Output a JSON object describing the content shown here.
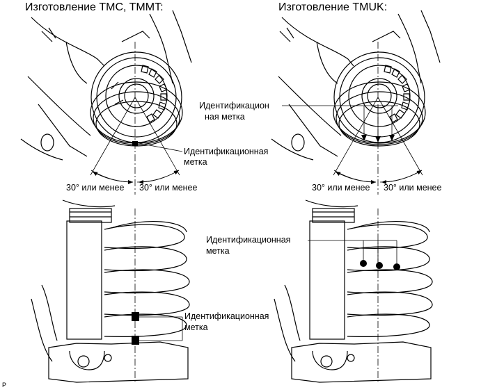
{
  "left_panel": {
    "title": "Изготовление TMC, TMMT:",
    "top_mark_line1": "Идентификационная",
    "top_mark_line2": "метка",
    "angle_left": "30° или менее",
    "angle_right": "30° или менее",
    "coil_mark_line1": "Идентификационная",
    "coil_mark_line2": "метка"
  },
  "right_panel": {
    "title": "Изготовление TMUK:",
    "top_mark_line1": "Идентификацион",
    "top_mark_line2": "ная метка",
    "angle_left": "30° или менее",
    "angle_right": "30° или менее",
    "coil_mark_line1": "Идентификационная",
    "coil_mark_line2": "метка"
  },
  "footer": {
    "code": "P"
  }
}
